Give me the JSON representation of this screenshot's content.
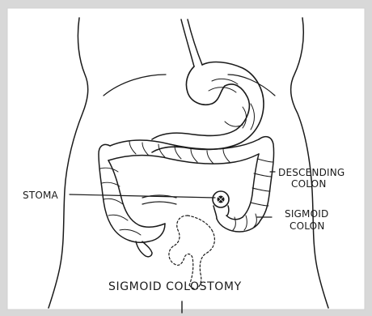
{
  "labels": {
    "stoma": "STOMA",
    "descending_colon_line1": "DESCENDING",
    "descending_colon_line2": "COLON",
    "sigmoid_colon_line1": "SIGMOID",
    "sigmoid_colon_line2": "COLON"
  },
  "caption": "SIGMOID COLOSTOMY",
  "colors": {
    "background": "#d8d8d8",
    "frame": "#ffffff",
    "ink": "#1a1a1a"
  }
}
